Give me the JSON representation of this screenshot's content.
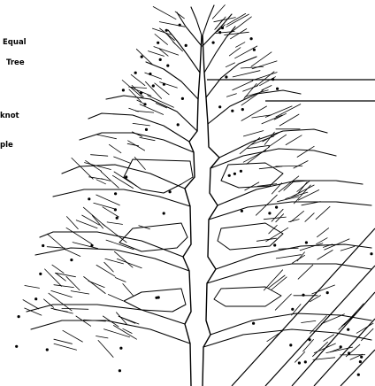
{
  "labels": {
    "l1": "Equal",
    "l2": "Tree",
    "l3": "knot",
    "l4": "ple"
  },
  "colors": {
    "background": "#ffffff",
    "ink": "#000000"
  }
}
